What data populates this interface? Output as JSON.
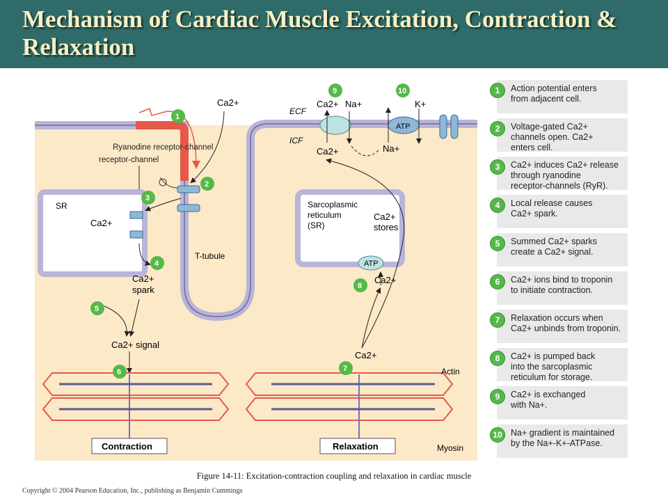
{
  "title": "Mechanism of Cardiac Muscle Excitation, Contraction & Relaxation",
  "figure": {
    "ecf": "ECF",
    "icf": "ICF",
    "ca_top": "Ca2+",
    "ryanodine": "Ryanodine\nreceptor-channel",
    "sr": "SR",
    "ca_sr": "Ca2+",
    "t_tubule": "T-tubule",
    "sarcoplasmic": "Sarcoplasmic\nreticulum\n(SR)",
    "ca_stores": "Ca2+\nstores",
    "atp": "ATP",
    "ca_spark": "Ca2+\nspark",
    "ca_signal": "Ca2+ signal",
    "ca_8": "Ca2+",
    "ca_7": "Ca2+",
    "ca_9_top": "Ca2+",
    "na_9_top": "Na+",
    "ca_9_bottom": "Ca2+",
    "na_9_bottom": "Na+",
    "k_10": "K+",
    "actin": "Actin",
    "myosin": "Myosin",
    "contraction": "Contraction",
    "relaxation": "Relaxation"
  },
  "steps": [
    {
      "n": "1",
      "text": "Action potential enters\nfrom adjacent cell."
    },
    {
      "n": "2",
      "text": "Voltage-gated Ca2+\nchannels open. Ca2+\nenters cell."
    },
    {
      "n": "3",
      "text": "Ca2+ induces Ca2+ release\nthrough ryanodine\nreceptor-channels (RyR)."
    },
    {
      "n": "4",
      "text": "Local release causes\nCa2+ spark."
    },
    {
      "n": "5",
      "text": "Summed Ca2+ sparks\ncreate a Ca2+ signal."
    },
    {
      "n": "6",
      "text": "Ca2+ ions bind to troponin\nto initiate contraction."
    },
    {
      "n": "7",
      "text": "Relaxation occurs when\nCa2+ unbinds from troponin."
    },
    {
      "n": "8",
      "text": "Ca2+ is pumped back\ninto the sarcoplasmic\nreticulum for storage."
    },
    {
      "n": "9",
      "text": "Ca2+ is exchanged\nwith Na+."
    },
    {
      "n": "10",
      "text": "Na+ gradient is maintained\nby the Na+-K+-ATPase."
    }
  ],
  "caption": "Figure 14-11: Excitation-contraction coupling and relaxation in cardiac muscle",
  "copyright": "Copyright © 2004 Pearson Education, Inc., publishing as Benjamin Cummings",
  "colors": {
    "title_bg": "#2f6b68",
    "title_text": "#f6efc4",
    "cytoplasm": "#fbe9c8",
    "membrane": "#b9b4d8",
    "step_green": "#54b948",
    "action_potential": "#e8584a"
  }
}
